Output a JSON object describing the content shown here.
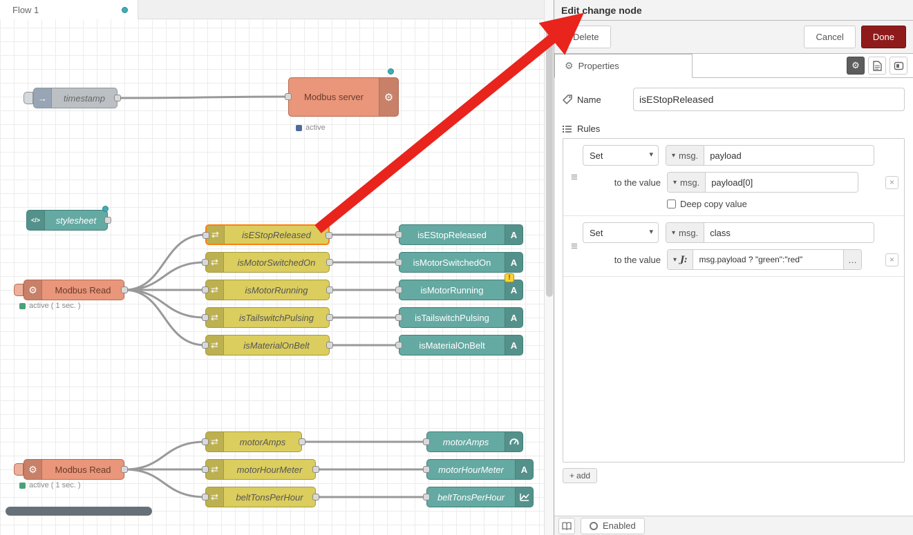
{
  "tab": {
    "title": "Flow 1"
  },
  "icons": {
    "gear": "⚙",
    "caret_down": "▾",
    "hamburger": "≡",
    "close": "×",
    "dots": "…",
    "plus": "+",
    "inject_arrow": "→",
    "code": "</>",
    "a_glyph": "A",
    "warning": "!",
    "jsonata": "J:",
    "swap": "⇄"
  },
  "canvas": {
    "nodes": {
      "timestamp": "timestamp",
      "modbus_server": "Modbus server",
      "stylesheet": "stylesheet",
      "modbus_read_1": "Modbus Read",
      "modbus_read_2": "Modbus Read"
    },
    "statuses": {
      "modbus_server": "active",
      "modbus_read_1": "active ( 1 sec. )",
      "modbus_read_2": "active ( 1 sec. )"
    },
    "change_nodes_top": [
      "isEStopReleased",
      "isMotorSwitchedOn",
      "isMotorRunning",
      "isTailswitchPulsing",
      "isMaterialOnBelt"
    ],
    "ui_nodes_top": [
      "isEStopReleased",
      "isMotorSwitchedOn",
      "isMotorRunning",
      "isTailswitchPulsing",
      "isMaterialOnBelt"
    ],
    "change_nodes_bottom": [
      "motorAmps",
      "motorHourMeter",
      "beltTonsPerHour"
    ],
    "ui_nodes_bottom": [
      "motorAmps",
      "motorHourMeter",
      "beltTonsPerHour"
    ]
  },
  "editor": {
    "title": "Edit change node",
    "delete_label": "Delete",
    "cancel_label": "Cancel",
    "done_label": "Done",
    "properties_tab": "Properties",
    "name_label": "Name",
    "name_value": "isEStopReleased",
    "rules_label": "Rules",
    "add_label": "add",
    "enabled_label": "Enabled",
    "rules": [
      {
        "action": "Set",
        "prop_type": "msg.",
        "prop": "payload",
        "to_label": "to the value",
        "value_type": "msg.",
        "value": "payload[0]",
        "deep_copy_label": "Deep copy value"
      },
      {
        "action": "Set",
        "prop_type": "msg.",
        "prop": "class",
        "to_label": "to the value",
        "value_type": "J:",
        "value": "msg.payload ? \"green\":\"red\""
      }
    ]
  },
  "colors": {
    "node_modbus": "#E9967A",
    "node_change": "#DBCD5E",
    "node_ui": "#64A9A2",
    "node_inject": "#BCC0C4",
    "selected_border": "#FF7F0E",
    "done_button": "#8F1A1C",
    "annotation_arrow": "#E8241D",
    "changed_dot": "#3FADB5",
    "wire": "#999999"
  }
}
